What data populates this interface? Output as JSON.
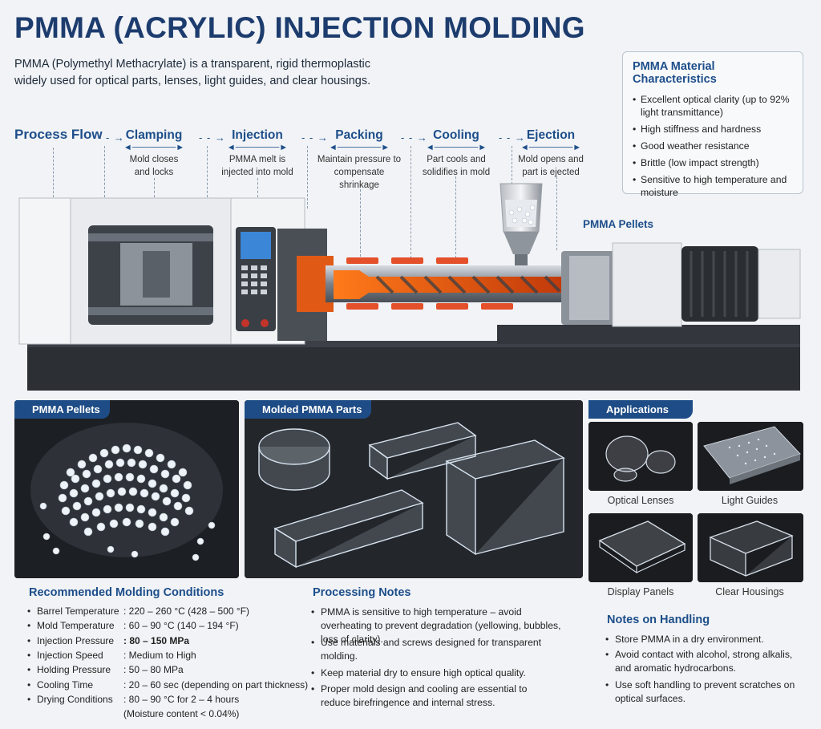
{
  "title": "PMMA (ACRYLIC) INJECTION MOLDING",
  "intro": "PMMA (Polymethyl Methacrylate) is a transparent, rigid thermoplastic widely used for optical parts, lenses, light guides, and clear housings.",
  "characteristics": {
    "heading": "PMMA Material Characteristics",
    "items": [
      "Excellent optical clarity (up to 92% light transmittance)",
      "High stiffness and hardness",
      "Good weather resistance",
      "Brittle (low impact strength)",
      "Sensitive to high temperature and moisture"
    ]
  },
  "process_flow": {
    "heading": "Process Flow",
    "steps": [
      {
        "name": "Clamping",
        "desc": "Mold closes and locks"
      },
      {
        "name": "Injection",
        "desc": "PMMA melt is injected into mold"
      },
      {
        "name": "Packing",
        "desc": "Maintain pressure to compensate shrinkage"
      },
      {
        "name": "Cooling",
        "desc": "Part cools and solidifies in mold"
      },
      {
        "name": "Ejection",
        "desc": "Mold opens and part is ejected"
      }
    ]
  },
  "machine_label": "PMMA Pellets",
  "panels": {
    "pellets": "PMMA Pellets",
    "parts": "Molded PMMA Parts",
    "applications": "Applications"
  },
  "applications": [
    "Optical Lenses",
    "Light Guides",
    "Display Panels",
    "Clear Housings"
  ],
  "conditions": {
    "heading": "Recommended Molding Conditions",
    "rows": [
      {
        "key": "Barrel Temperature",
        "value": ": 220 – 260 °C (428 – 500 °F)"
      },
      {
        "key": "Mold Temperature",
        "value": ": 60 – 90 °C (140 – 194 °F)"
      },
      {
        "key": "Injection Pressure",
        "value": ": 80 – 150 MPa"
      },
      {
        "key": "Injection Speed",
        "value": ": Medium to High"
      },
      {
        "key": "Holding Pressure",
        "value": ": 50 – 80 MPa"
      },
      {
        "key": "Cooling Time",
        "value": ": 20 – 60 sec (depending on part thickness)"
      },
      {
        "key": "Drying Conditions",
        "value": ": 80 – 90 °C for 2 – 4 hours"
      }
    ],
    "extra": "(Moisture content < 0.04%)"
  },
  "processing_notes": {
    "heading": "Processing Notes",
    "items": [
      "PMMA is sensitive to high temperature – avoid overheating to prevent degradation (yellowing, bubbles, loss of clarity).",
      "Use materials and screws designed for transparent molding.",
      "Keep material dry to ensure high optical quality.",
      "Proper mold design and cooling are essential to reduce birefringence and internal stress."
    ]
  },
  "handling": {
    "heading": "Notes on Handling",
    "items": [
      "Store PMMA in a dry environment.",
      "Avoid contact with alcohol, strong alkalis, and aromatic hydrocarbons.",
      "Use soft handling to prevent scratches on optical surfaces."
    ]
  }
}
